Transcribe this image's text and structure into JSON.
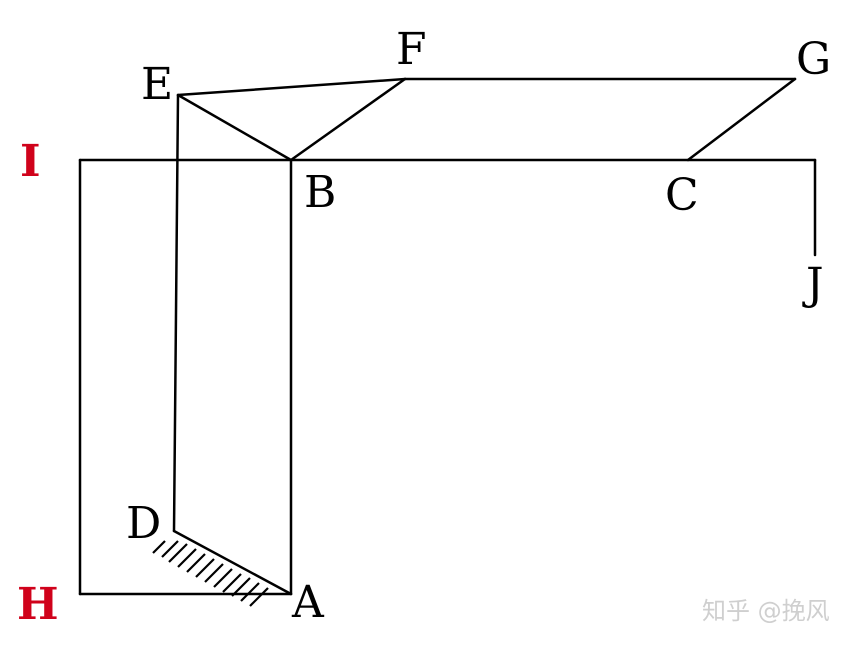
{
  "labels": {
    "A": "A",
    "B": "B",
    "C": "C",
    "D": "D",
    "E": "E",
    "F": "F",
    "G": "G",
    "H": "H",
    "I": "I",
    "J": "J"
  },
  "watermark": "知乎 @挽风",
  "colors": {
    "line": "#000000",
    "red_label": "#d0021b",
    "watermark": "#cfcfcf"
  }
}
